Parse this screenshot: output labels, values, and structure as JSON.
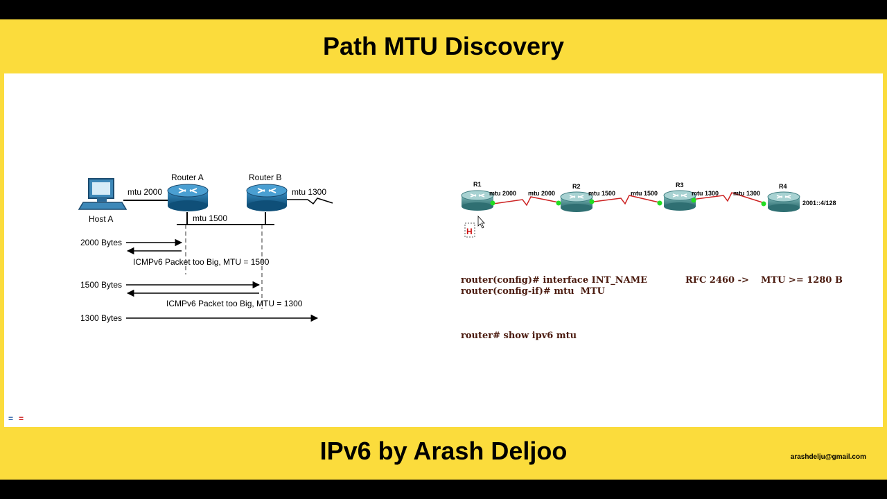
{
  "header": {
    "title": "Path MTU Discovery"
  },
  "footer": {
    "title": "IPv6 by Arash Deljoo",
    "email": "arashdelju@gmail.com"
  },
  "left_diagram": {
    "host_label": "Host A",
    "router_a_label": "Router A",
    "router_b_label": "Router B",
    "mtu_host_link": "mtu 2000",
    "mtu_ab_link": "mtu 1500",
    "mtu_b_out": "mtu 1300",
    "sequence": [
      {
        "send": "2000 Bytes",
        "reply": "ICMPv6 Packet too Big, MTU = 1500"
      },
      {
        "send": "1500 Bytes",
        "reply": "ICMPv6 Packet too Big, MTU = 1300"
      },
      {
        "send": "1300 Bytes"
      }
    ]
  },
  "topology": {
    "routers": [
      "R1",
      "R2",
      "R3",
      "R4"
    ],
    "links": [
      {
        "left": "mtu 2000",
        "right": "mtu 2000"
      },
      {
        "left": "mtu 1500",
        "right": "mtu 1500"
      },
      {
        "left": "mtu 1300",
        "right": "mtu 1300"
      }
    ],
    "r4_address": "2001::4/128",
    "host_marker": "H"
  },
  "commands": {
    "line1": "router(config)# interface INT_NAME",
    "line2": "router(config-if)# mtu  MTU",
    "rfc_note": "RFC 2460 ->",
    "mtu_min": "MTU >= 1280 B",
    "show_cmd": "router# show ipv6 mtu"
  },
  "corner_marks": {
    "left": "=",
    "right": "="
  },
  "colors": {
    "frame": "#fbdc3c",
    "router_blue": "#1c6e9e",
    "serial_link": "#cc2222",
    "port_dot": "#22dd22",
    "cli_text": "#4a1a0e"
  }
}
